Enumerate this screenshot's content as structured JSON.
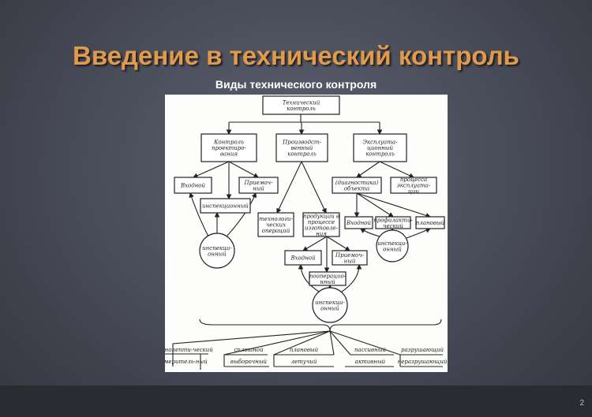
{
  "slide": {
    "title": "Введение в технический контроль",
    "subtitle": "Виды технического контроля",
    "page_number": "2"
  },
  "diagram": {
    "root": [
      "Технический",
      "контроль"
    ],
    "level1": [
      [
        "Контроль",
        "проектиро-",
        "вания"
      ],
      [
        "Производст-",
        "венный",
        "контроль"
      ],
      [
        "Эксплуата-",
        "ционный",
        "контроль"
      ]
    ],
    "design": {
      "incoming": "Входной",
      "acceptance": [
        "Приемоч-",
        "ный"
      ],
      "inspection": "инспекционный",
      "circle": [
        "инспекци-",
        "онный"
      ]
    },
    "production": {
      "operations": [
        "технологи-",
        "ческих",
        "операций"
      ],
      "products": [
        "продукции в",
        "процессе",
        "изготовле-",
        "ния"
      ],
      "incoming": "Входной",
      "acceptance": [
        "Приемоч-",
        "ный"
      ],
      "operational": [
        "пооперацио-",
        "нный"
      ],
      "circle": [
        "инспекци-",
        "онный"
      ]
    },
    "operation": {
      "object": [
        "(диагностика)",
        "объекта"
      ],
      "process": [
        "процесса",
        "эксплуата-",
        "ции"
      ],
      "incoming": "Входной",
      "preventive": [
        "профилакти-",
        "ческий"
      ],
      "planned": "плановый",
      "circle": [
        "инспекци-",
        "онный"
      ]
    },
    "bottom": [
      [
        "органолепти-ческий",
        "измеритель-ный"
      ],
      [
        "сплошной",
        "выборочный"
      ],
      [
        "плановый",
        "летучий"
      ],
      [
        "пассивный",
        "активный"
      ],
      [
        "разрушающий",
        "неразрушающий"
      ]
    ]
  }
}
